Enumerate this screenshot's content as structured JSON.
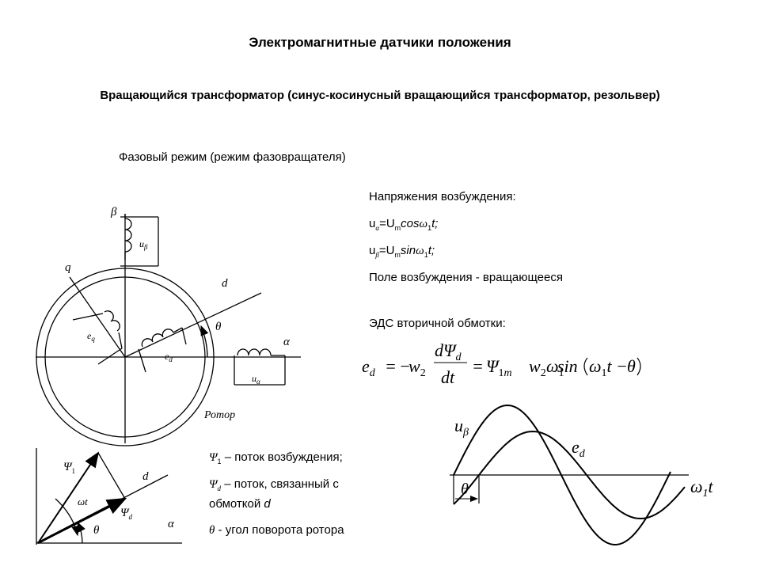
{
  "header": {
    "title": "Электромагнитные датчики положения",
    "subtitle": "Вращающийся трансформатор (синус-косинусный  вращающийся трансформатор, резольвер)",
    "mode": "Фазовый режим (режим фазовращателя)"
  },
  "excitation": {
    "heading": "Напряжения возбуждения:",
    "ua_lhs": "u",
    "ua_rhs": "=U",
    "ua_func": "cos",
    "ua_tail": "t;",
    "ub_func": "sin",
    "field": "Поле возбуждения - вращающееся"
  },
  "emf": {
    "heading": "ЭДС вторичной обмотки:"
  },
  "legend": {
    "psi1_text": " – поток возбуждения;",
    "psid_text": " – поток, связанный с обмоткой ",
    "psid_d": "d",
    "theta_text": " - угол поворота ротора"
  },
  "labels": {
    "beta": "β",
    "alpha": "α",
    "q": "q",
    "d": "d",
    "theta": "θ",
    "u": "u",
    "e": "e",
    "rotor": "Ротор",
    "psi": "Ψ",
    "omega_t": "ωt",
    "sub_beta": "β",
    "sub_alpha": "α",
    "sub_q": "q",
    "sub_d": "d",
    "sub_1": "1",
    "sub_m": "m",
    "sub_2": "2",
    "omega": "ω",
    "t": "t"
  },
  "colors": {
    "line": "#000000",
    "background": "#ffffff"
  }
}
